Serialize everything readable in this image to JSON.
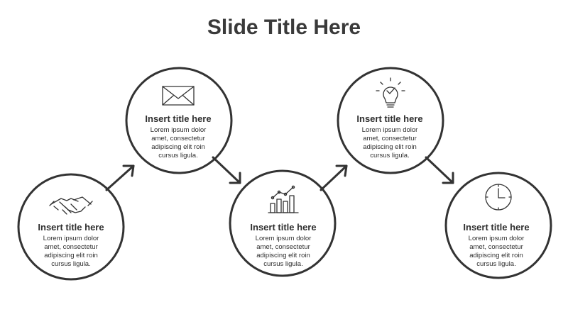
{
  "slide": {
    "title": "Slide Title Here"
  },
  "steps": [
    {
      "icon": "handshake-icon",
      "title": "Insert title here",
      "body": [
        "Lorem ipsum dolor",
        "amet, consectetur",
        "adipiscing elit roin",
        "cursus ligula."
      ]
    },
    {
      "icon": "envelope-icon",
      "title": "Insert title here",
      "body": [
        "Lorem ipsum dolor",
        "amet, consectetur",
        "adipiscing elit roin",
        "cursus ligula."
      ]
    },
    {
      "icon": "growth-chart-icon",
      "title": "Insert title here",
      "body": [
        "Lorem ipsum dolor",
        "amet, consectetur",
        "adipiscing elit roin",
        "cursus ligula."
      ]
    },
    {
      "icon": "lightbulb-icon",
      "title": "Insert title here",
      "body": [
        "Lorem ipsum dolor",
        "amet, consectetur",
        "adipiscing elit roin",
        "cursus ligula."
      ]
    },
    {
      "icon": "clock-icon",
      "title": "Insert title here",
      "body": [
        "Lorem ipsum dolor",
        "amet, consectetur",
        "adipiscing elit roin",
        "cursus ligula."
      ]
    }
  ],
  "colors": {
    "stroke": "#333333",
    "text": "#2f2f2f"
  }
}
